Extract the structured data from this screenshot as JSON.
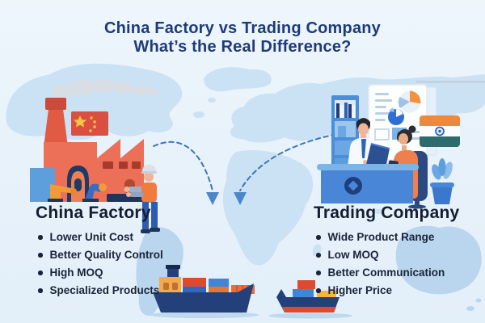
{
  "title": {
    "line1": "China Factory vs Trading Company",
    "line2": "What’s the Real Difference?"
  },
  "sections": {
    "factory": {
      "heading": "China Factory",
      "bullets": [
        "Lower Unit Cost",
        "Better Quality Control",
        "High MOQ",
        "Specialized Products"
      ]
    },
    "trading": {
      "heading": "Trading Company",
      "bullets": [
        "Wide Product Range",
        "Low MOQ",
        "Better Communication",
        "Higher Price"
      ]
    }
  },
  "illustrations": {
    "background": "world-map",
    "left": "factory-with-china-flag-and-worker",
    "right": "trading-office-with-india-flag",
    "center": "dashed-route-arrows",
    "bottom_left": "cargo-ship",
    "bottom_right": "cargo-ship"
  },
  "colors": {
    "background": "#e8f2fa",
    "map_land": "#cbe1f4",
    "map_land_accent": "#b9d6ee",
    "title_text": "#1e3b78",
    "body_text": "#1a2338",
    "factory_orange": "#ec7057",
    "china_flag_red": "#da4f41",
    "china_flag_star": "#f6c445",
    "india_flag_orange": "#f0883c",
    "india_flag_green": "#2e6b6e",
    "ship_navy": "#24407a",
    "container_red": "#dd4a32",
    "container_blue": "#3f86d6",
    "arrow_blue": "#3e76b5",
    "desk_blue": "#4a86d8"
  }
}
